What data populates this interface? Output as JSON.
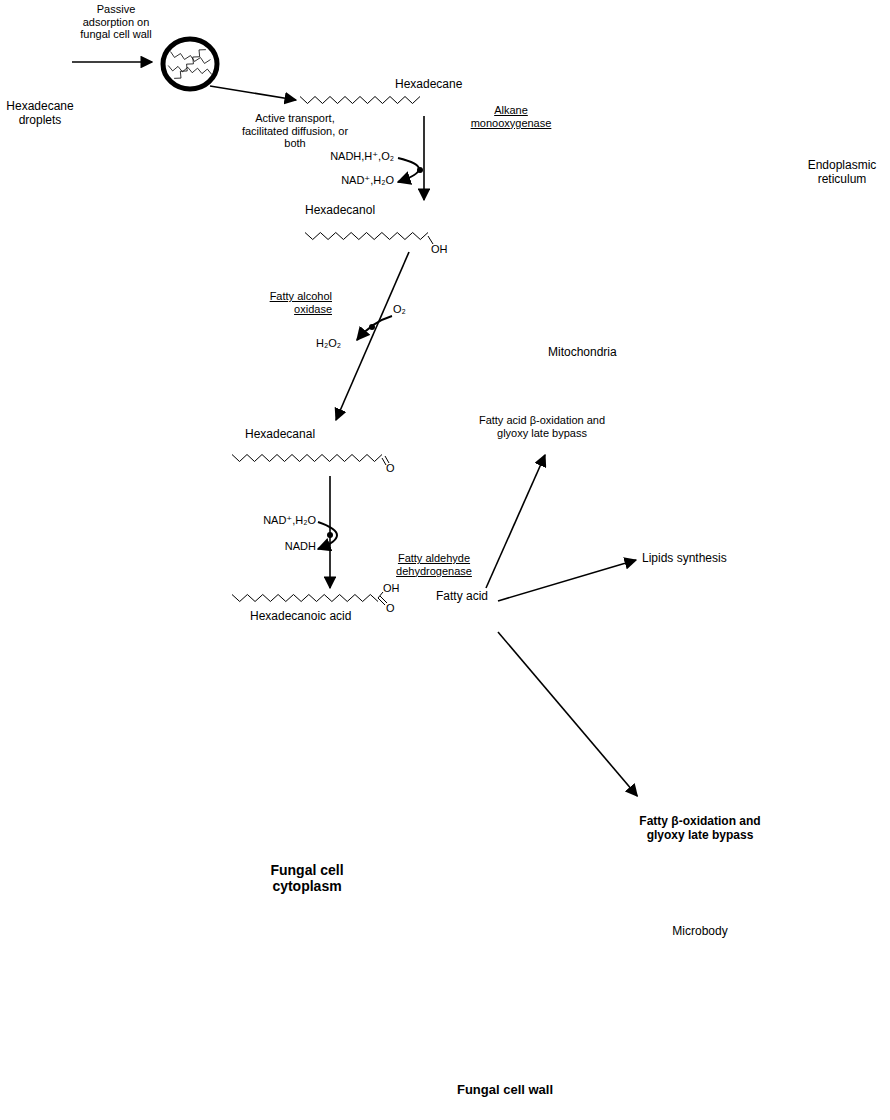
{
  "diagram": {
    "nodes": [
      {
        "text": [
          "Hexadecane droplets"
        ]
      },
      {
        "text": [
          "Fungal cell wall"
        ]
      },
      {
        "text": [
          "Fungal cell cytoplasm"
        ],
        "in": 1
      },
      {
        "text": [
          "Hexadecane"
        ],
        "in": 2
      },
      {
        "text": [
          "Endoplasmic reticulum"
        ],
        "in": 2
      },
      {
        "text": [
          "Hexadecanol"
        ],
        "in": 2
      },
      {
        "text": [
          "Mitochondria",
          "Fatty acid β-oxidation and glyoxy late bypass"
        ],
        "in": 2
      },
      {
        "text": [
          "Hexadecanal"
        ],
        "in": 2
      },
      {
        "text": [
          "Hexadecanoic acid",
          "Fatty acid"
        ],
        "in": 2
      },
      {
        "text": [
          "Lipids synthesis"
        ],
        "in": 2
      },
      {
        "text": [
          "Fatty β-oxidation and glyoxy late bypass",
          "Microbody"
        ],
        "in": 2
      }
    ],
    "edges": [
      {
        "from": 0,
        "to": 1,
        "label": "Passive adsorption on fungal cell wall",
        "arrow": "to"
      },
      {
        "from": 1,
        "to": 3,
        "label": "Active transport, facilitated diffusion, or both",
        "arrow": "to"
      },
      {
        "from": 3,
        "to": 5,
        "label": "Alkane monooxygenase",
        "arrow": "to"
      },
      {
        "from": 5,
        "to": 7,
        "label": "Fatty alcohol oxidase",
        "arrow": "to"
      },
      {
        "from": 7,
        "to": 8,
        "label": "Fatty aldehyde dehydrogenase",
        "arrow": "to"
      },
      {
        "from": 8,
        "to": 6,
        "arrow": "to"
      },
      {
        "from": 8,
        "to": 9,
        "arrow": "to"
      },
      {
        "from": 8,
        "to": 10,
        "arrow": "to"
      }
    ],
    "labels": [
      "NADH,H⁺,O₂",
      "NAD⁺,H₂O",
      "OH",
      "O₂",
      "H₂O₂",
      "O",
      "NAD⁺,H₂O",
      "NADH",
      "OH",
      "O"
    ]
  }
}
